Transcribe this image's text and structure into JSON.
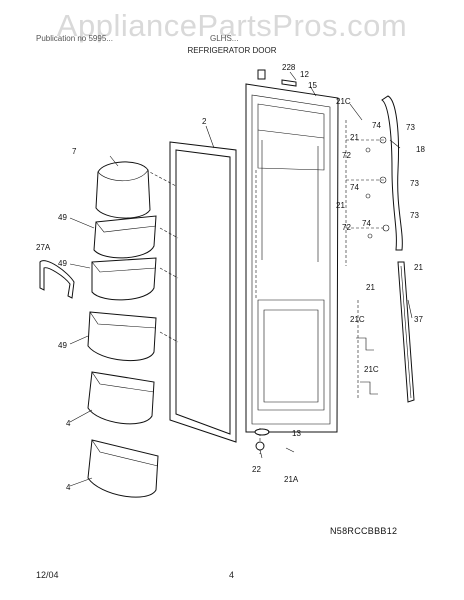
{
  "watermark": "AppliancePartsPros.com",
  "header": {
    "publication_left": "Publication no 5995...",
    "model": "GLHS...",
    "section_title": "REFRIGERATOR DOOR"
  },
  "callouts": {
    "c228": "228",
    "c12": "12",
    "c15": "15",
    "c2": "2",
    "c21c_top": "21C",
    "c21_a": "21",
    "c74_a": "74",
    "c73_a": "73",
    "c18": "18",
    "c72_a": "72",
    "c74_b": "74",
    "c73_b": "73",
    "c21_b": "21",
    "c7": "7",
    "c49_a": "49",
    "c72_b": "72",
    "c74_c": "74",
    "c73_c": "73",
    "c27a": "27A",
    "c49_b": "49",
    "c21_c": "21",
    "c21_d": "21",
    "c49_c": "49",
    "c21c_mid": "21C",
    "c37": "37",
    "c21c_low": "21C",
    "c4_a": "4",
    "c13": "13",
    "c22": "22",
    "c21a": "21A",
    "c4_b": "4"
  },
  "diagram_code": "N58RCCBBB12",
  "footer": {
    "date": "12/04",
    "page": "4"
  }
}
